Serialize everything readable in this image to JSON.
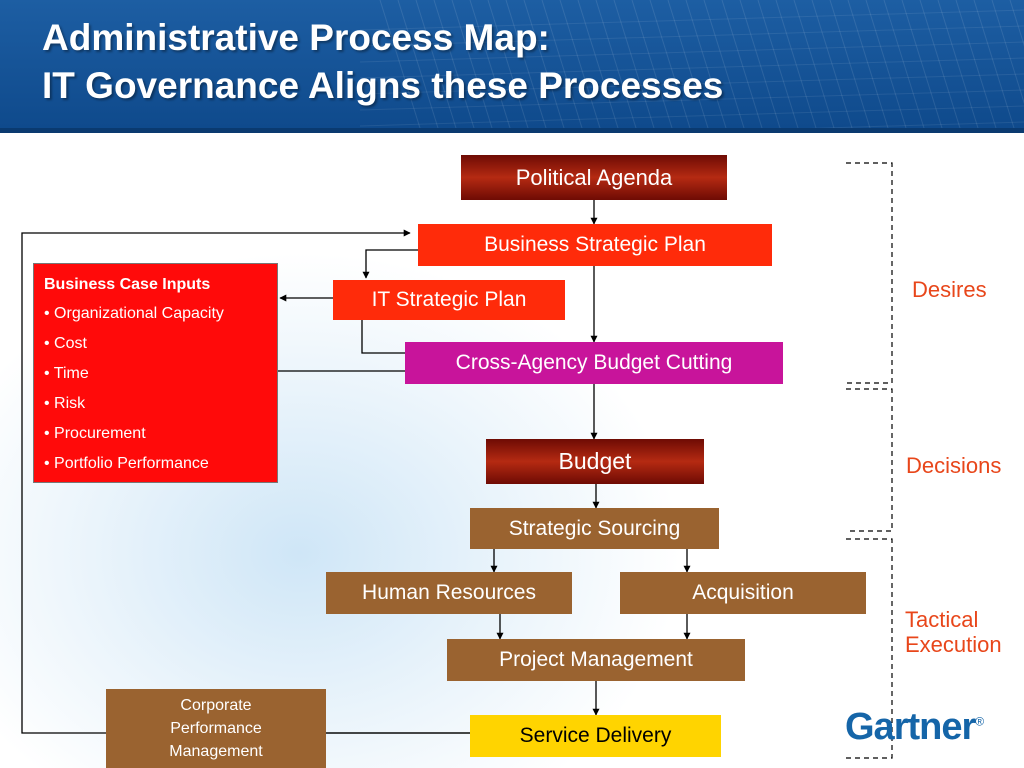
{
  "slide": {
    "title_line1": "Administrative Process Map:",
    "title_line2": "IT Governance Aligns these Processes"
  },
  "nodes": {
    "political_agenda": "Political Agenda",
    "business_strategic_plan": "Business Strategic Plan",
    "it_strategic_plan": "IT Strategic Plan",
    "cross_agency_budget_cutting": "Cross-Agency Budget Cutting",
    "budget": "Budget",
    "strategic_sourcing": "Strategic Sourcing",
    "human_resources": "Human Resources",
    "acquisition": "Acquisition",
    "project_management": "Project Management",
    "service_delivery": "Service Delivery",
    "corporate_performance_management": [
      "Corporate",
      "Performance",
      "Management"
    ]
  },
  "business_case": {
    "title": "Business Case Inputs",
    "items": [
      "• Organizational Capacity",
      "• Cost",
      "• Time",
      "• Risk",
      "• Procurement",
      "• Portfolio Performance"
    ]
  },
  "phases": {
    "desires": "Desires",
    "decisions": "Decisions",
    "tactical_execution": [
      "Tactical",
      "Execution"
    ]
  },
  "brand": {
    "logo_text": "Gartner",
    "logo_mark": "®"
  },
  "colors": {
    "header_blue": "#1a5aa0",
    "phase_label": "#e8461a",
    "red_box": "#ff2b0a",
    "magenta_box": "#c8149b",
    "brown_box": "#9a6330",
    "yellow_box": "#ffd400",
    "logo_blue": "#1565a8"
  }
}
